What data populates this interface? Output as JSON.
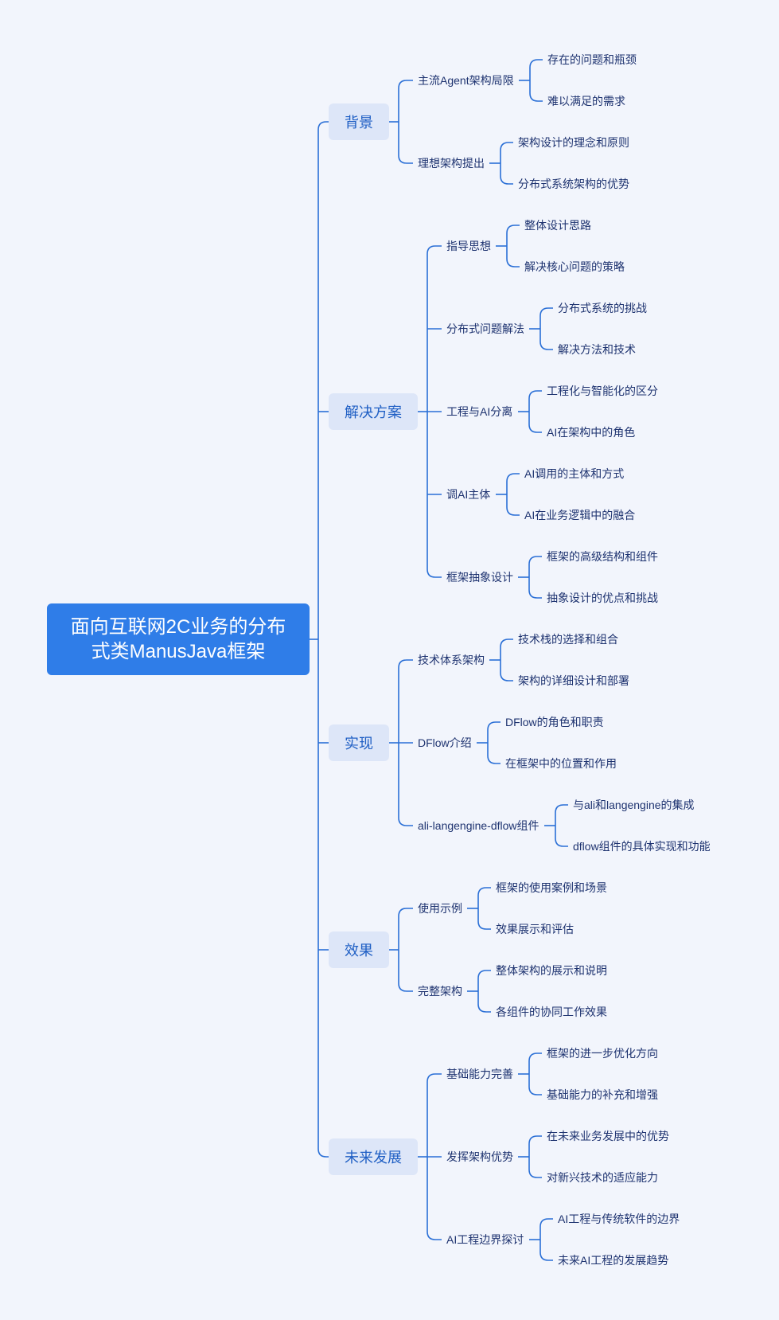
{
  "root": {
    "title": "面向互联网2C业务的分布式类ManusJava框架"
  },
  "line_color": "#2a6fd6",
  "branches": [
    {
      "label": "背景",
      "children": [
        {
          "label": "主流Agent架构局限",
          "children": [
            "存在的问题和瓶颈",
            "难以满足的需求"
          ]
        },
        {
          "label": "理想架构提出",
          "children": [
            "架构设计的理念和原则",
            "分布式系统架构的优势"
          ]
        }
      ]
    },
    {
      "label": "解决方案",
      "children": [
        {
          "label": "指导思想",
          "children": [
            "整体设计思路",
            "解决核心问题的策略"
          ]
        },
        {
          "label": "分布式问题解法",
          "children": [
            "分布式系统的挑战",
            "解决方法和技术"
          ]
        },
        {
          "label": "工程与AI分离",
          "children": [
            "工程化与智能化的区分",
            "AI在架构中的角色"
          ]
        },
        {
          "label": "调AI主体",
          "children": [
            "AI调用的主体和方式",
            "AI在业务逻辑中的融合"
          ]
        },
        {
          "label": "框架抽象设计",
          "children": [
            "框架的高级结构和组件",
            "抽象设计的优点和挑战"
          ]
        }
      ]
    },
    {
      "label": "实现",
      "children": [
        {
          "label": "技术体系架构",
          "children": [
            "技术栈的选择和组合",
            "架构的详细设计和部署"
          ]
        },
        {
          "label": "DFlow介绍",
          "children": [
            "DFlow的角色和职责",
            "在框架中的位置和作用"
          ]
        },
        {
          "label": "ali-langengine-dflow组件",
          "children": [
            "与ali和langengine的集成",
            "dflow组件的具体实现和功能"
          ]
        }
      ]
    },
    {
      "label": "效果",
      "children": [
        {
          "label": "使用示例",
          "children": [
            "框架的使用案例和场景",
            "效果展示和评估"
          ]
        },
        {
          "label": "完整架构",
          "children": [
            "整体架构的展示和说明",
            "各组件的协同工作效果"
          ]
        }
      ]
    },
    {
      "label": "未来发展",
      "children": [
        {
          "label": "基础能力完善",
          "children": [
            "框架的进一步优化方向",
            "基础能力的补充和增强"
          ]
        },
        {
          "label": "发挥架构优势",
          "children": [
            "在未来业务发展中的优势",
            "对新兴技术的适应能力"
          ]
        },
        {
          "label": "AI工程边界探讨",
          "children": [
            "AI工程与传统软件的边界",
            "未来AI工程的发展趋势"
          ]
        }
      ]
    }
  ]
}
